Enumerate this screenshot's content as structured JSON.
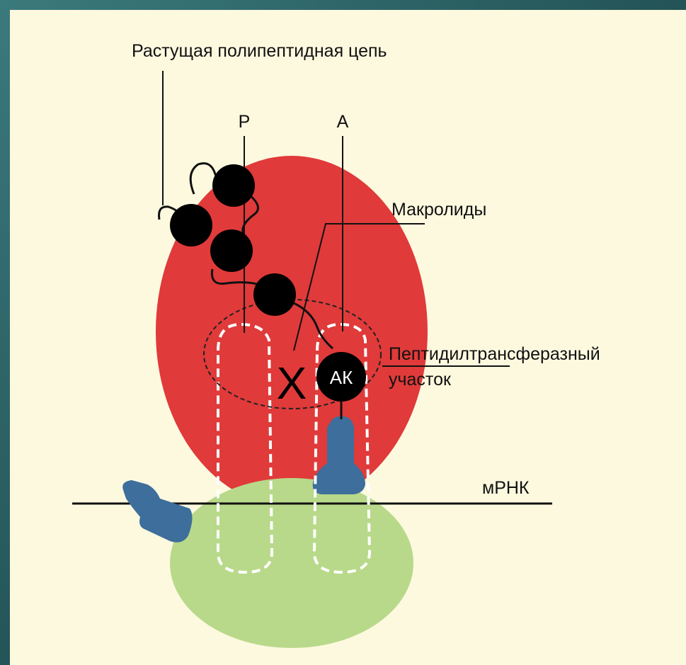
{
  "labels": {
    "chain": "Растущая полипептидная цепь",
    "p_site": "P",
    "a_site": "A",
    "macrolides": "Макролиды",
    "ptc_line1": "Пептидилтрансферазный",
    "ptc_line2": "участок",
    "mrna": "мРНК",
    "block_mark": "X",
    "amino_acid": "АК"
  },
  "colors": {
    "large_subunit": "#e03a3a",
    "small_subunit": "#b8d98a",
    "trna": "#3d6e9c",
    "chain_beads": "#000000",
    "background": "#fdf9df"
  }
}
